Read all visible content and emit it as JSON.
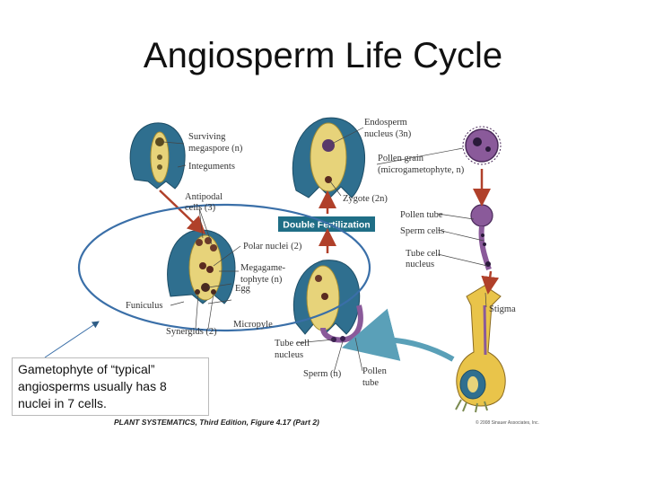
{
  "title": "Angiosperm Life Cycle",
  "labels": {
    "surviving_megaspore_1": "Surviving",
    "surviving_megaspore_2": "megaspore (n)",
    "integuments": "Integuments",
    "antipodal_1": "Antipodal",
    "antipodal_2": "cells (3)",
    "polar_nuclei": "Polar nuclei (2)",
    "megagametophyte_1": "Megagame-",
    "megagametophyte_2": "tophyte (n)",
    "egg": "Egg",
    "funiculus": "Funiculus",
    "micropyle": "Micropyle",
    "synergids": "Synergids (2)",
    "endosperm_1": "Endosperm",
    "endosperm_2": "nucleus (3n)",
    "pollen_grain_1": "Pollen grain",
    "pollen_grain_2": "(microgametophyte, n)",
    "zygote": "Zygote (2n)",
    "double_fertilization": "Double Fertilization",
    "pollen_tube": "Pollen tube",
    "sperm_cells": "Sperm cells",
    "tube_cell_nucleus_1": "Tube cell",
    "tube_cell_nucleus_2": "nucleus",
    "stigma": "Stigma",
    "tube_cell_nucleus_b_1": "Tube cell",
    "tube_cell_nucleus_b_2": "nucleus",
    "sperm": "Sperm (n)",
    "pollen_tube_b_1": "Pollen",
    "pollen_tube_b_2": "tube"
  },
  "caption": {
    "line1": "Gametophyte of “typical”",
    "line2": "angiosperms usually has 8",
    "line3": "nuclei in 7 cells."
  },
  "figure_credit": "PLANT SYSTEMATICS, Third Edition, Figure 4.17 (Part 2)",
  "copyright": "© 2008 Sinauer Associates, Inc.",
  "colors": {
    "ovule_blue": "#2f6f8f",
    "sac_yellow": "#e7d37a",
    "arrow_red": "#b0402a",
    "banner_teal": "#1f6e86",
    "tube_purple": "#8a5a9a",
    "ellipse_blue": "#3a6fa8"
  }
}
